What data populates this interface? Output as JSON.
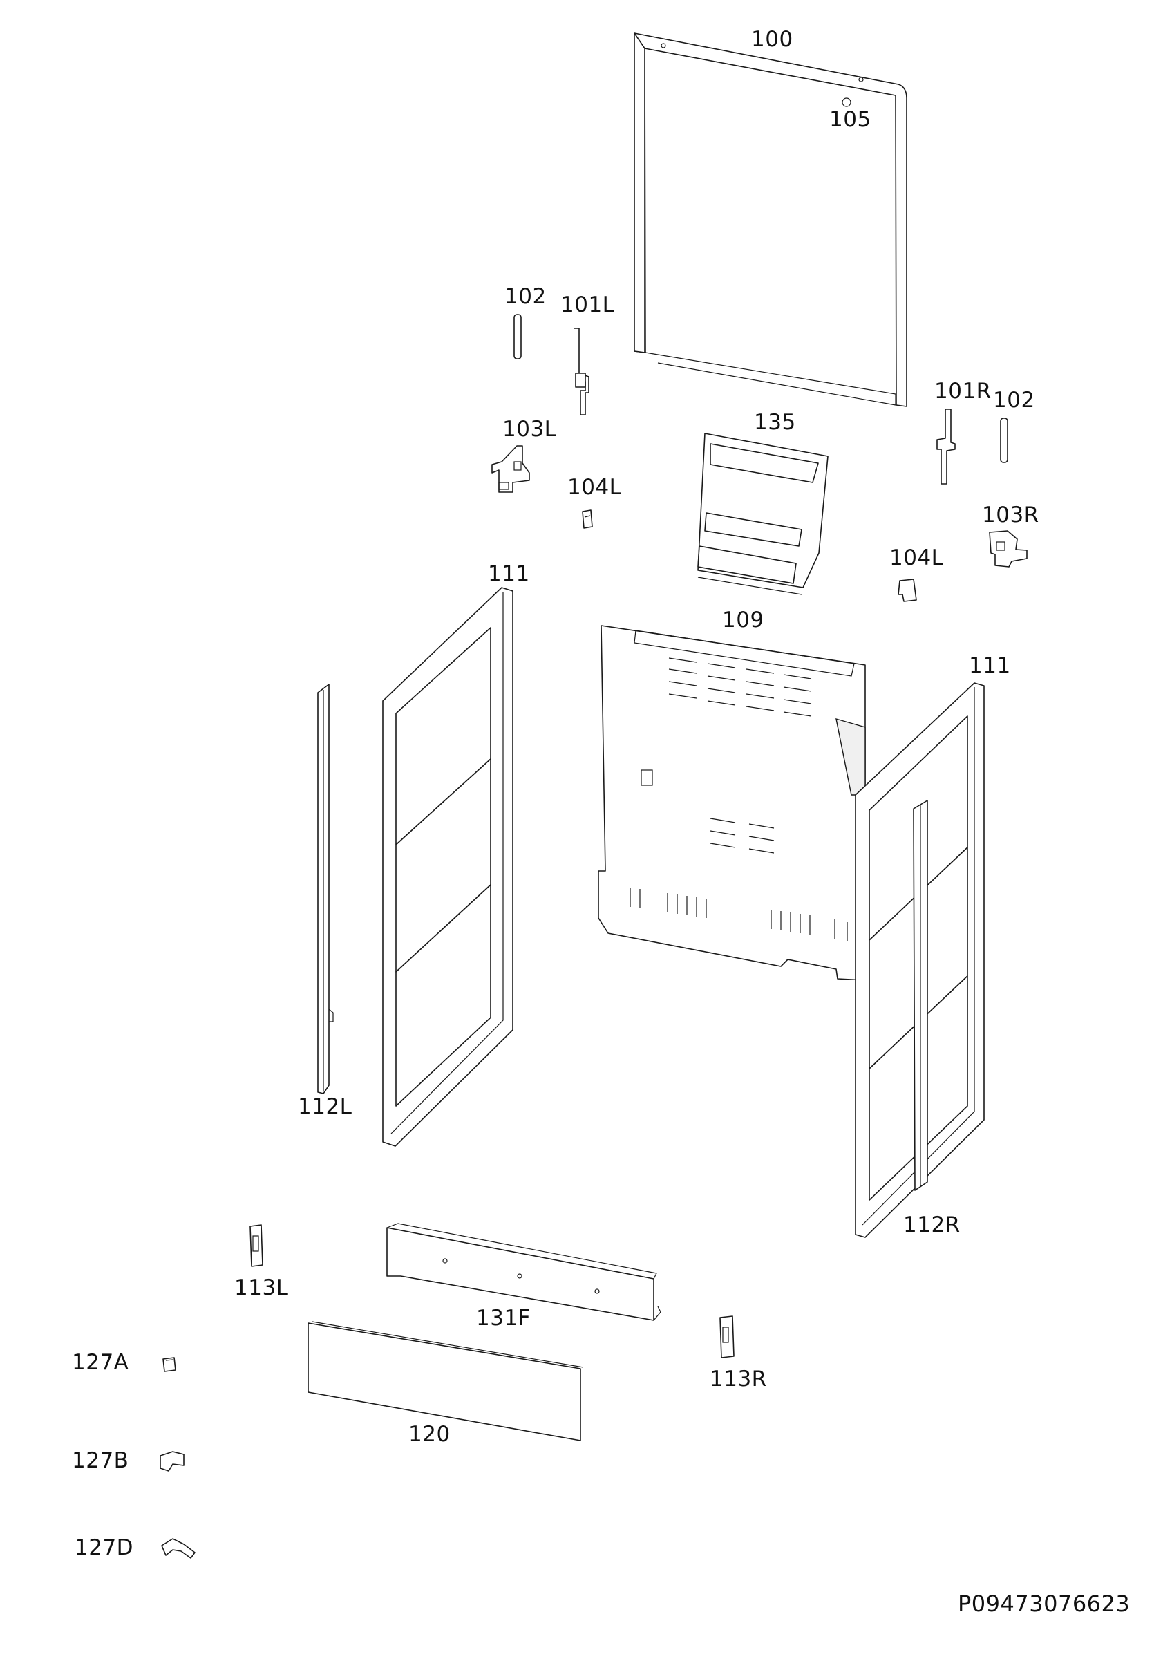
{
  "diagram": {
    "type": "exploded-parts-view",
    "document_number": "P09473076623",
    "labels": {
      "p100": "100",
      "p105": "105",
      "p102_left": "102",
      "p101L": "101L",
      "p101R": "101R",
      "p102_right": "102",
      "p135": "135",
      "p103L": "103L",
      "p104L_left": "104L",
      "p103R": "103R",
      "p104L_right": "104L",
      "p111_left": "111",
      "p109": "109",
      "p111_right": "111",
      "p112L": "112L",
      "p112R": "112R",
      "p113L": "113L",
      "p131F": "131F",
      "p113R": "113R",
      "p127A": "127A",
      "p120": "120",
      "p127B": "127B",
      "p127D": "127D"
    }
  }
}
